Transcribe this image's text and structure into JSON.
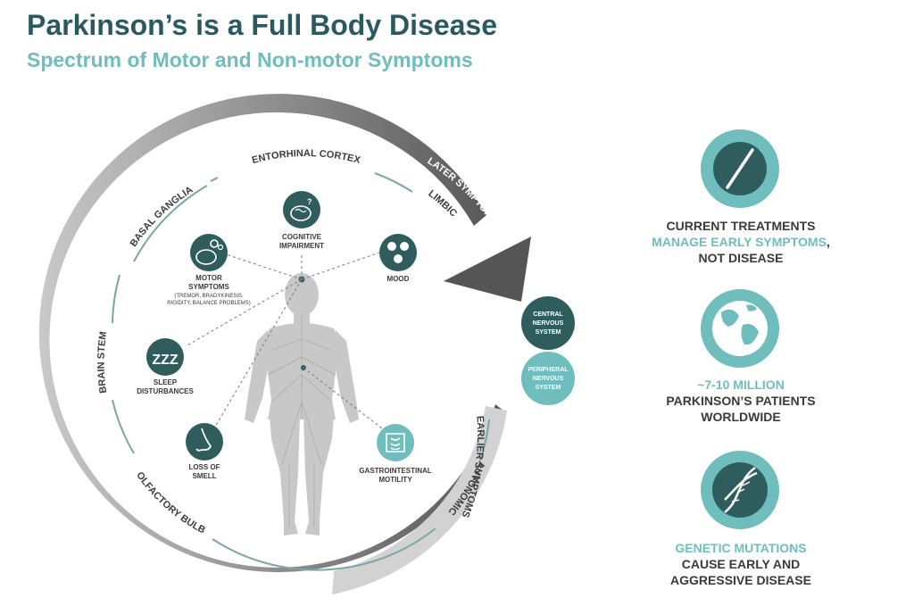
{
  "header": {
    "title": "Parkinson’s is a Full Body Disease",
    "subtitle": "Spectrum of Motor and Non-motor Symptoms"
  },
  "colors": {
    "dark_teal": "#2f5d5e",
    "light_teal": "#6fbdbd",
    "title": "#2a5a60",
    "arrow_dark": "#5a5a5a",
    "arrow_light": "#d2d2d2"
  },
  "ring": {
    "arrow_labels": {
      "later": "LATER SYMPTOMS",
      "earlier": "EARLIER SYMPTOMS"
    },
    "regions": {
      "entorhinal": "ENTORHINAL CORTEX",
      "limbic": "LIMBIC",
      "basal": "BASAL GANGLIA",
      "brainstem": "BRAIN STEM",
      "olfactory": "OLFACTORY BULB",
      "autonomic": "AUTONOMIC"
    }
  },
  "symptoms": {
    "cognitive": {
      "icon": "brain-question-icon",
      "line1": "COGNITIVE",
      "line2": "IMPAIRMENT"
    },
    "motor": {
      "icon": "brain-gear-icon",
      "line1": "MOTOR",
      "line2": "SYMPTOMS",
      "detail1": "(TREMOR, BRADYKINESIS,",
      "detail2": "RIGIDITY, BALANCE PROBLEMS)"
    },
    "mood": {
      "icon": "mood-faces-icon",
      "line1": "MOOD"
    },
    "sleep": {
      "icon": "zzz-icon",
      "glyph": "ZZZ",
      "line1": "SLEEP",
      "line2": "DISTURBANCES"
    },
    "smell": {
      "icon": "nose-icon",
      "line1": "LOSS OF",
      "line2": "SMELL"
    },
    "gi": {
      "icon": "intestine-icon",
      "line1": "GASTROINTESTINAL",
      "line2": "MOTILITY"
    }
  },
  "nervous": {
    "central": {
      "line1": "CENTRAL",
      "line2": "NERVOUS",
      "line3": "SYSTEM"
    },
    "peripheral": {
      "line1": "PERIPHERAL",
      "line2": "NERVOUS",
      "line3": "SYSTEM"
    }
  },
  "sidebar": {
    "treatments": {
      "icon": "pill-icon",
      "line1": "CURRENT TREATMENTS",
      "line2": "MANAGE EARLY SYMPTOMS",
      "line2_suffix": ",",
      "line3": "NOT DISEASE"
    },
    "patients": {
      "icon": "globe-icon",
      "line1": "~7-10 MILLION",
      "line2": "PARKINSON’S PATIENTS",
      "line3": "WORLDWIDE"
    },
    "genetics": {
      "icon": "dna-icon",
      "line1": "GENETIC MUTATIONS",
      "line2": "CAUSE EARLY AND",
      "line3": "AGGRESSIVE DISEASE"
    }
  }
}
